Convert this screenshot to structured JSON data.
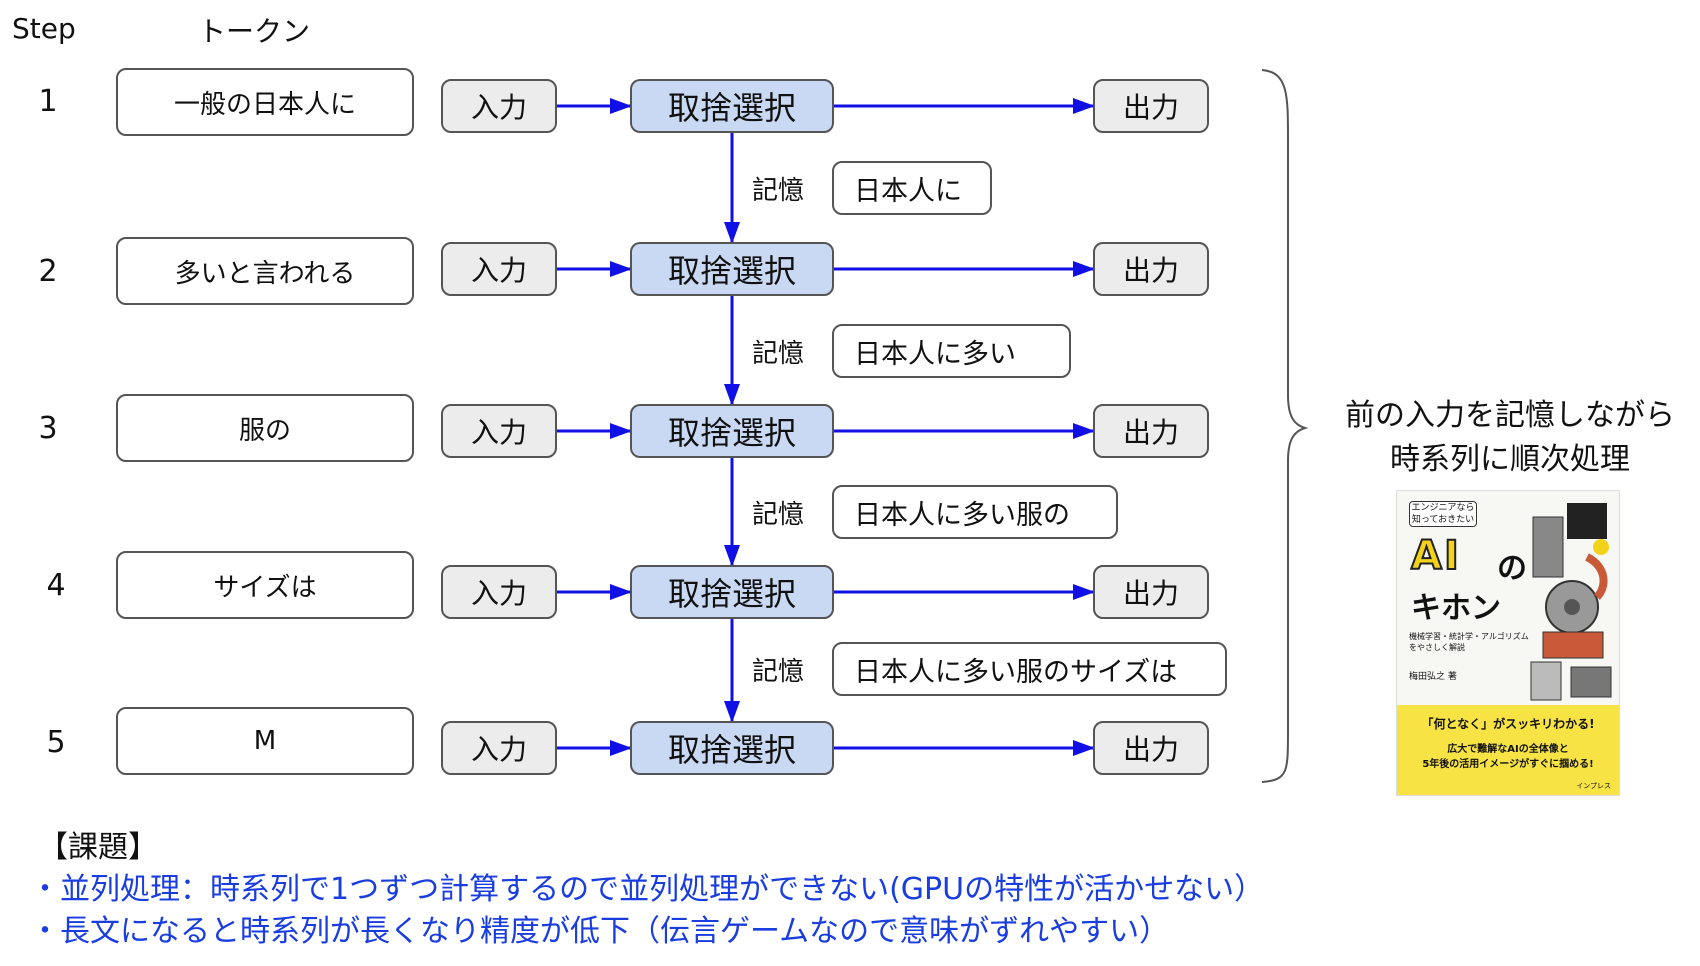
{
  "headers": {
    "step": "Step",
    "token": "トークン"
  },
  "steps": [
    {
      "num": "1",
      "token": "一般の日本人に",
      "input": "入力",
      "process": "取捨選択",
      "output": "出力"
    },
    {
      "num": "2",
      "token": "多いと言われる",
      "input": "入力",
      "process": "取捨選択",
      "output": "出力"
    },
    {
      "num": "3",
      "token": "服の",
      "input": "入力",
      "process": "取捨選択",
      "output": "出力"
    },
    {
      "num": "4",
      "token": "サイズは",
      "input": "入力",
      "process": "取捨選択",
      "output": "出力"
    },
    {
      "num": "5",
      "token": "M",
      "input": "入力",
      "process": "取捨選択",
      "output": "出力"
    }
  ],
  "memories": [
    {
      "label": "記憶",
      "text": "日本人に"
    },
    {
      "label": "記憶",
      "text": "日本人に多い"
    },
    {
      "label": "記憶",
      "text": "日本人に多い服の"
    },
    {
      "label": "記憶",
      "text": "日本人に多い服のサイズは"
    }
  ],
  "side_note": {
    "line1": "前の入力を記憶しながら",
    "line2": "時系列に順次処理"
  },
  "issues": {
    "title": "【課題】",
    "items": [
      "・並列処理：時系列で1つずつ計算するので並列処理ができない(GPUの特性が活かせない）",
      "・長文になると時系列が長くなり精度が低下（伝言ゲームなので意味がずれやすい）"
    ]
  },
  "book": {
    "subtitle": "エンジニアなら知っておきたい",
    "title_ai": "AI",
    "title_no": "の",
    "title_rest": "キホン",
    "description": "機械学習・統計学・アルゴリズムをやさしく解説",
    "author": "梅田弘之 著",
    "band_line1": "「何となく」がスッキリわかる!",
    "band_line2": "広大で難解なAIの全体像と",
    "band_line3": "5年後の活用イメージがすぐに掴める!",
    "publisher": "インプレス"
  },
  "colors": {
    "arrow": "#1010e6",
    "process_fill": "#c9d8f3",
    "io_fill": "#ececec",
    "issue_text": "#1a3de0"
  }
}
